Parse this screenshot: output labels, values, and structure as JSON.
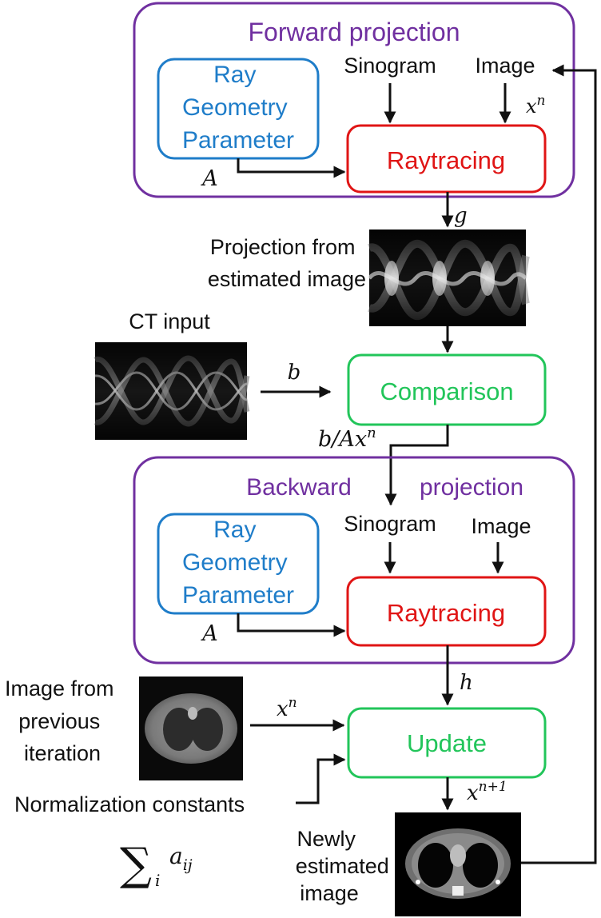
{
  "forward": {
    "title": "Forward projection",
    "param_lines": [
      "Ray",
      "Geometry",
      "Parameter"
    ],
    "sinogram": "Sinogram",
    "image": "Image",
    "raytracing": "Raytracing",
    "A": "A",
    "x": "x",
    "n": "n"
  },
  "g": "g",
  "projection_lines": [
    "Projection from",
    "estimated image"
  ],
  "ct_input": "CT input",
  "b": "b",
  "comparison": "Comparison",
  "ratio": {
    "base": "b/Ax",
    "sup": "n"
  },
  "backward": {
    "title_left": "Backward",
    "title_right": "projection",
    "param_lines": [
      "Ray",
      "Geometry",
      "Parameter"
    ],
    "sinogram": "Sinogram",
    "image": "Image",
    "raytracing": "Raytracing",
    "A": "A"
  },
  "h": "h",
  "prev_lines": [
    "Image from",
    "previous",
    "iteration"
  ],
  "xn": {
    "base": "x",
    "sup": "n"
  },
  "update": "Update",
  "xn1": {
    "base": "x",
    "sup": "n+1"
  },
  "norm": "Normalization constants",
  "sum": {
    "symbol": "∑",
    "sub": "i",
    "term": "a",
    "term_sub": "ij"
  },
  "new_lines": [
    "Newly",
    "estimated",
    "image"
  ],
  "colors": {
    "purple": "#7030A0",
    "blue": "#1F7DC9",
    "red": "#E01515",
    "green": "#22C55A",
    "arrow": "#111111"
  }
}
